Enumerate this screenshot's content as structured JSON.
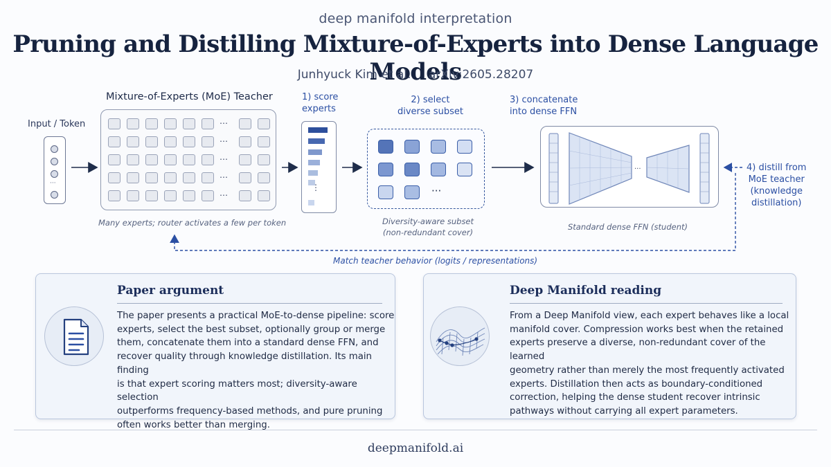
{
  "header": {
    "top_label": "deep manifold interpretation",
    "title": "Pruning and Distilling Mixture-of-Experts into Dense Language Models",
    "authors": "Junhyuck Kim et al.",
    "arxiv": "arXiv:2605.28207"
  },
  "diagram": {
    "input_label": "Input / Token",
    "teacher_title": "Mixture-of-Experts (MoE) Teacher",
    "teacher_caption": "Many experts; router activates a few per token",
    "step1_line1": "1) score",
    "step1_line2": "experts",
    "step2_line1": "2) select",
    "step2_line2": "diverse subset",
    "subset_caption_line1": "Diversity-aware subset",
    "subset_caption_line2": "(non-redundant cover)",
    "step3_line1": "3) concatenate",
    "step3_line2": "into dense FFN",
    "ffn_caption": "Standard dense FFN (student)",
    "step4_line1": "4) distill from",
    "step4_line2": "MoE teacher",
    "step4_line3": "(knowledge",
    "step4_line4": "distillation)",
    "match_caption": "Match teacher behavior (logits / representations)",
    "ellipsis": "…",
    "colors": {
      "accent": "#2b4fa3",
      "dark_bar": "#2d4f9c",
      "light_bar": "#c9d6ee"
    }
  },
  "panels": {
    "left": {
      "heading": "Paper argument",
      "icon": "document-icon",
      "lines": [
        "The paper presents a practical MoE-to-dense pipeline: score",
        "experts, select the best subset, optionally group or merge",
        "them, concatenate them into a standard dense FFN, and",
        "recover quality through knowledge distillation. Its main finding",
        "is that expert scoring matters most; diversity-aware selection",
        "outperforms frequency-based methods, and pure pruning",
        "often works better than merging."
      ]
    },
    "right": {
      "heading": "Deep Manifold reading",
      "icon": "manifold-surface-icon",
      "lines": [
        "From a Deep Manifold view, each expert behaves like a local",
        "manifold cover. Compression works best when the retained",
        "experts preserve a diverse, non-redundant cover of the learned",
        "geometry rather than merely the most frequently activated",
        "experts. Distillation then acts as boundary-conditioned",
        "correction, helping the dense student recover intrinsic",
        "pathways without carrying all expert parameters."
      ]
    }
  },
  "footer": {
    "site": "deepmanifold.ai"
  }
}
